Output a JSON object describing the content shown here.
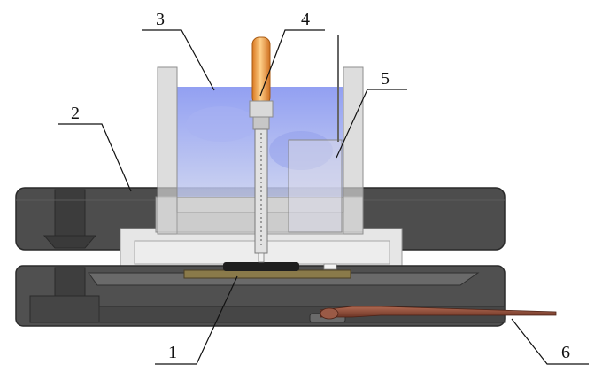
{
  "diagram": {
    "labels": [
      "1",
      "2",
      "3",
      "4",
      "5",
      "6"
    ]
  },
  "colors": {
    "background": "#ffffff",
    "plate_dark": "#4d4d4d",
    "plate_outline": "#2a2a2a",
    "plate_light": "#e4e4e4",
    "liquid": "#98a6ee",
    "electrode_tip": "#f0a048",
    "wire": "#8a4a3a",
    "sample": "#8a7a4a"
  }
}
